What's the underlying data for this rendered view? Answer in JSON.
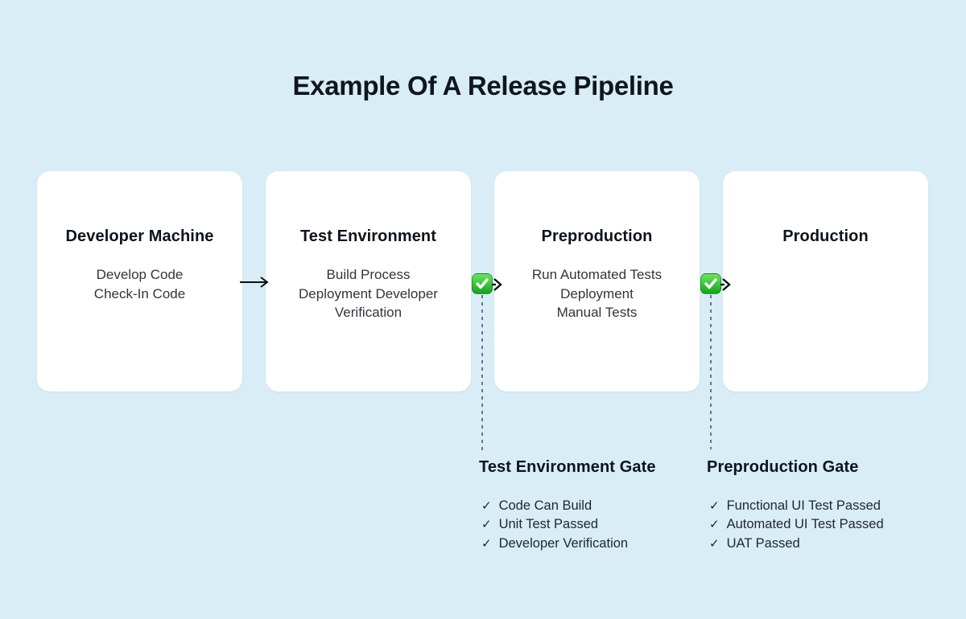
{
  "title": "Example Of A Release Pipeline",
  "colors": {
    "background": "#d8edf5",
    "card": "#ffffff",
    "text": "#10161d",
    "approval_green_top": "#72e25f",
    "approval_green_bottom": "#17a022"
  },
  "icons": {
    "check": "✓",
    "approval_badge": "green-check-badge",
    "flow_arrow": "right-arrow"
  },
  "pipeline": {
    "stages": [
      {
        "name": "Developer Machine",
        "lines": [
          "Develop Code",
          "Check-In Code"
        ]
      },
      {
        "name": "Test Environment",
        "lines": [
          "Build Process",
          "Deployment Developer",
          "Verification"
        ]
      },
      {
        "name": "Preproduction",
        "lines": [
          "Run Automated Tests",
          "Deployment",
          "Manual Tests"
        ]
      },
      {
        "name": "Production",
        "lines": []
      }
    ]
  },
  "gates": [
    {
      "title": "Test Environment Gate",
      "checks": [
        "Code Can Build",
        "Unit Test Passed",
        "Developer Verification"
      ]
    },
    {
      "title": "Preproduction Gate",
      "checks": [
        "Functional UI Test Passed",
        "Automated UI Test Passed",
        "UAT Passed"
      ]
    }
  ]
}
